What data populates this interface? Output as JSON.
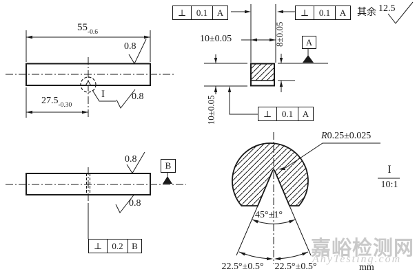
{
  "front_view": {
    "length_dim": {
      "value": "55",
      "tol": "-0.6"
    },
    "notch_pos_dim": {
      "value": "27.5",
      "tol": "-0.30"
    },
    "roughness_top": "0.8",
    "roughness_bottom": "0.8",
    "detail_ref": "I"
  },
  "section_view": {
    "fcf_top_left": {
      "sym": "⊥",
      "tol": "0.1",
      "datum": "A"
    },
    "fcf_top_right": {
      "sym": "⊥",
      "tol": "0.1",
      "datum": "A"
    },
    "fcf_bottom": {
      "sym": "⊥",
      "tol": "0.1",
      "datum": "A"
    },
    "width_dim": "10±0.05",
    "height_dim": "10±0.05",
    "ligament_dim": "8±0.05",
    "datum": "A"
  },
  "general_note": {
    "prefix": "其余",
    "roughness": "12.5"
  },
  "side_view": {
    "fcf": {
      "sym": "⊥",
      "tol": "0.2",
      "datum": "B"
    },
    "datum": "B",
    "roughness_top": "0.8",
    "roughness_bottom": "0.8"
  },
  "detail_view": {
    "title": "I",
    "scale": "10:1",
    "radius_prefix": "R",
    "radius_value": "0.25±0.025",
    "full_angle": "45°±1°",
    "half_angle_left": "22.5°±0.5°",
    "half_angle_right": "22.5°±0.5°",
    "unit": "mm"
  },
  "watermark": {
    "cn": "嘉峪检测网",
    "en": "AnyTesting.com"
  },
  "colors": {
    "line": "#1a1a1a",
    "watermark": "#c9c9c9"
  }
}
